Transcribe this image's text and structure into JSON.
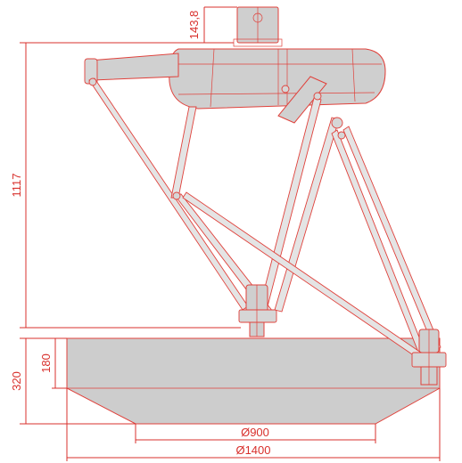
{
  "dimensions": {
    "motor_height": "143,8",
    "total_height": "1117",
    "workspace_height": "320",
    "cylinder_height": "180",
    "bottom_diameter": "Ø900",
    "top_diameter": "Ø1400"
  },
  "colors": {
    "line": "#d8302c",
    "fill": "#cdcdcd",
    "background": "#ffffff"
  }
}
